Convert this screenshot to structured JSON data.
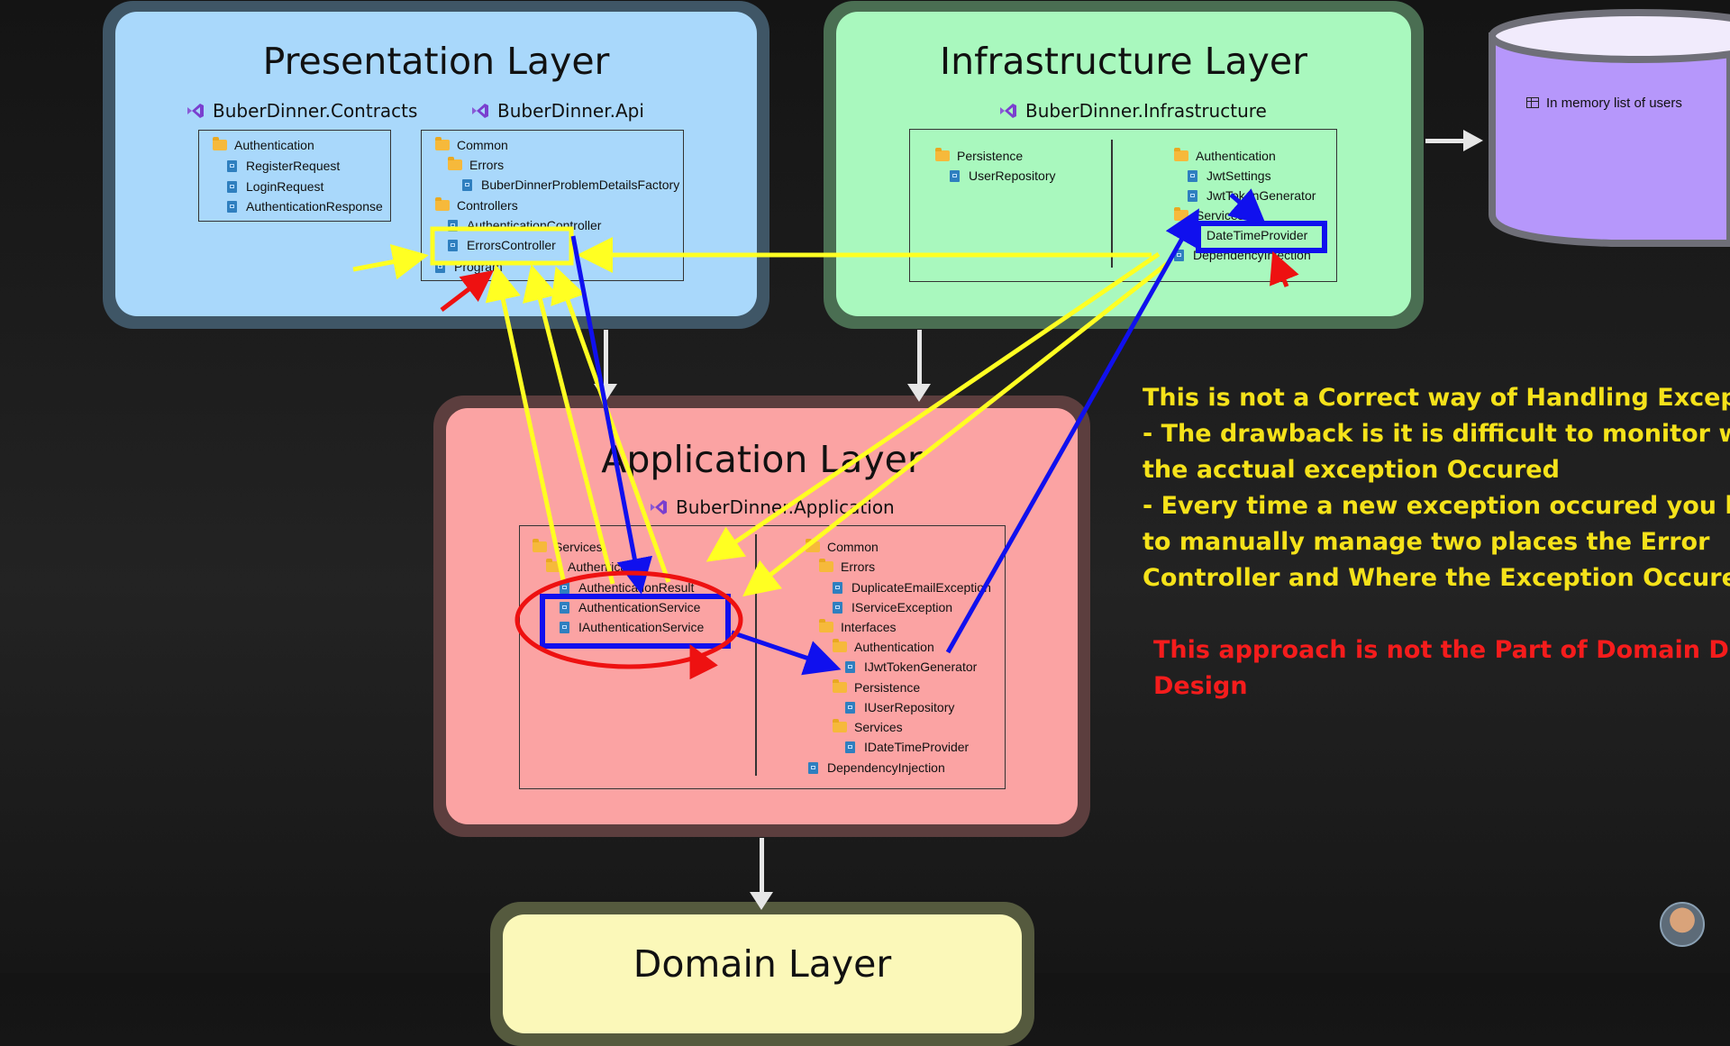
{
  "presentation": {
    "title": "Presentation Layer",
    "contracts": {
      "name": "BuberDinner.Contracts",
      "items": [
        "Authentication",
        "RegisterRequest",
        "LoginRequest",
        "AuthenticationResponse"
      ]
    },
    "api": {
      "name": "BuberDinner.Api",
      "items": [
        "Common",
        "Errors",
        "BuberDinnerProblemDetailsFactory",
        "Controllers",
        "AuthenticationController",
        "ErrorsController",
        "Program"
      ]
    }
  },
  "infrastructure": {
    "title": "Infrastructure Layer",
    "name": "BuberDinner.Infrastructure",
    "left_items": [
      "Persistence",
      "UserRepository"
    ],
    "right_items": [
      "Authentication",
      "JwtSettings",
      "JwtTokenGenerator",
      "Services",
      "DateTimeProvider",
      "DependencyInjection"
    ]
  },
  "database": {
    "label": "In memory list of users"
  },
  "application": {
    "title": "Application Layer",
    "name": "BuberDinner.Application",
    "left_items": [
      "Services",
      "Authentication",
      "AuthenticationResult",
      "AuthenticationService",
      "IAuthenticationService"
    ],
    "right_items": [
      "Common",
      "Errors",
      "DuplicateEmailException",
      "IServiceException",
      "Interfaces",
      "Authentication",
      "IJwtTokenGenerator",
      "Persistence",
      "IUserRepository",
      "Services",
      "IDateTimeProvider",
      "DependencyInjection"
    ]
  },
  "domain": {
    "title": "Domain Layer"
  },
  "notes": {
    "yellow": "This is not a Correct way of Handling Exception.\n- The drawback is it is difficult to monitor where\nthe acctual exception Occured\n- Every time a new exception occured you have\nto manually manage two places the Error\nController and Where the Exception Occured",
    "red": "This approach is not the Part of Domain Driven\nDesign"
  },
  "colors": {
    "presentation_fill": "#a9d8fb",
    "presentation_border": "#3f5666",
    "infrastructure_fill": "#a9f8be",
    "infrastructure_border": "#4a6e52",
    "application_fill": "#fba3a3",
    "application_border": "#5c3e3e",
    "domain_fill": "#fbf8b9",
    "domain_border": "#555a3e",
    "database_fill": "#b697fb",
    "annotation_yellow": "#ffff22",
    "annotation_blue": "#1010ee",
    "annotation_red": "#ee1111"
  }
}
